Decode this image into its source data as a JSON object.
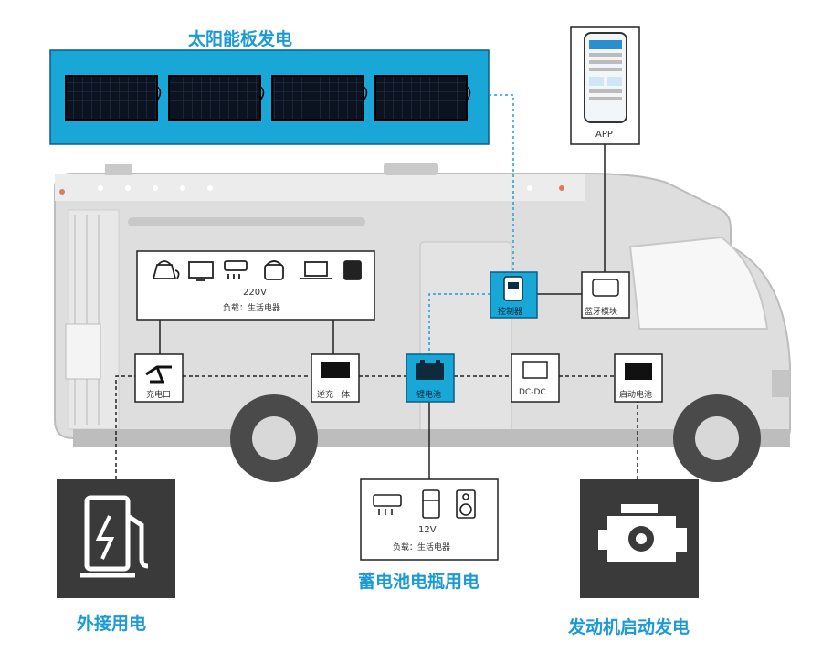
{
  "titles": {
    "solar": "太阳能板发电",
    "battery_use": "蓄电池电瓶用电",
    "external": "外接用电",
    "engine": "发动机启动发电"
  },
  "app": {
    "label": "APP"
  },
  "ac_box": {
    "voltage": "220V",
    "load": "负载：生活电器"
  },
  "dc_box": {
    "voltage": "12V",
    "load": "负载：生活电器"
  },
  "nodes": {
    "controller": "控制器",
    "bluetooth": "蓝牙模块",
    "charge_port": "充电口",
    "inverter_charger": "逆充一体",
    "house_battery": "锂电池",
    "dcdc": "DC-DC",
    "starter_battery": "启动电池"
  },
  "icons": {
    "ac_loads": [
      "kettle-icon",
      "tv-icon",
      "air-conditioner-icon",
      "rice-cooker-icon",
      "laptop-icon",
      "microwave-icon"
    ],
    "dc_loads": [
      "air-conditioner-icon",
      "fridge-icon",
      "speaker-icon"
    ],
    "external": "charging-station-icon",
    "engine": "engine-icon"
  },
  "colors": {
    "accent": "#1b9ad6",
    "solar_panel_bg": "#19a7d8",
    "dark_tile": "#3a3a3a",
    "rv_body": "#dcdcdc"
  }
}
